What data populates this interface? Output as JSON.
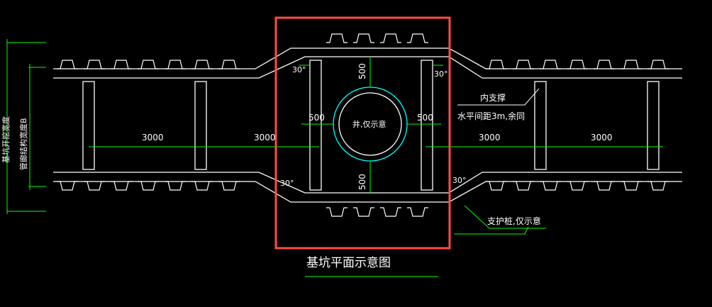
{
  "colors": {
    "background": "#000000",
    "structure": "#ffffff",
    "dimension": "#00ff00",
    "well": "#00ffff",
    "highlight": "#ff4b4b"
  },
  "labels": {
    "title": "基坑平面示意图",
    "well": "井,仅示意",
    "strut": "内支撑",
    "strut_note": "水平间距3m,余同",
    "pile": "支护桩,仅示意",
    "inner_width": "管廊结构宽度B",
    "outer_width": "基坑开挖宽度"
  },
  "dimensions": {
    "spacing_left_1": "3000",
    "spacing_left_2": "3000",
    "spacing_right_1": "3000",
    "spacing_right_2": "3000",
    "offset_top": "500",
    "offset_bottom": "500",
    "offset_left": "500",
    "offset_right": "500",
    "angle_tl": "30°",
    "angle_tr": "30°",
    "angle_bl": "30°",
    "angle_br": "30°"
  }
}
